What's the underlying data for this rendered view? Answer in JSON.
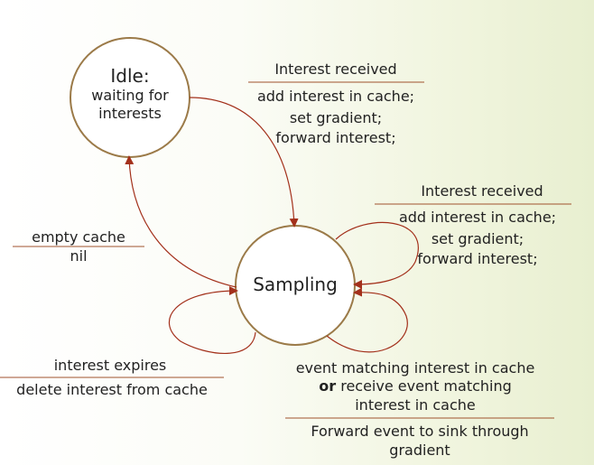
{
  "states": {
    "idle": {
      "title": "Idle:",
      "line2": "waiting for",
      "line3": "interests"
    },
    "sampling": {
      "label": "Sampling"
    }
  },
  "transitions": {
    "idle_to_sampling": {
      "trigger": "Interest received",
      "actions": [
        "add interest in cache;",
        "set gradient;",
        "forward interest;"
      ]
    },
    "sampling_self_interest": {
      "trigger": "Interest received",
      "actions": [
        "add interest in cache;",
        "set gradient;",
        "forward interest;"
      ]
    },
    "sampling_to_idle": {
      "trigger": "empty cache",
      "action": "nil"
    },
    "sampling_self_expire": {
      "trigger": "interest expires",
      "action": "delete interest from cache"
    },
    "sampling_self_event": {
      "trigger_line1": "event matching interest in cache",
      "trigger_bold": "or",
      "trigger_line2_rest": " receive event matching",
      "trigger_line3": "interest in cache",
      "action_line1": "Forward event to sink through",
      "action_line2": "gradient"
    }
  },
  "colors": {
    "state_border": "#9b7a48",
    "arrow": "#a3301b",
    "divider": "#a0522d",
    "background_accent": "#e8efd0"
  }
}
